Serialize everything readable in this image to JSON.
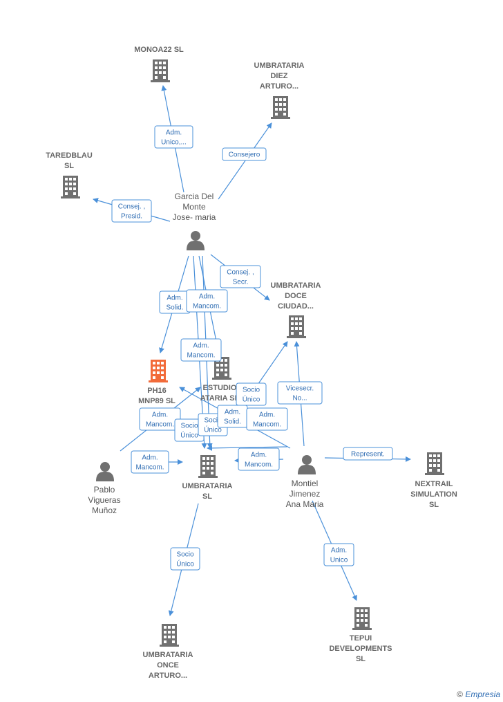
{
  "colors": {
    "edge": "#4a90d9",
    "company": "#707070",
    "highlight": "#f26b3a",
    "person": "#707070"
  },
  "companies": [
    {
      "id": "monoa22",
      "lines": [
        "MONOA22  SL"
      ],
      "highlight": false
    },
    {
      "id": "diez",
      "lines": [
        "UMBRATARIA",
        "DIEZ",
        "ARTURO..."
      ],
      "highlight": false
    },
    {
      "id": "taredblau",
      "lines": [
        "TAREDBLAU",
        "SL"
      ],
      "highlight": false
    },
    {
      "id": "doce",
      "lines": [
        "UMBRATARIA",
        "DOCE",
        "CIUDAD..."
      ],
      "highlight": false
    },
    {
      "id": "ph16",
      "lines": [
        "PH16",
        "MNP89  SL"
      ],
      "highlight": true
    },
    {
      "id": "estudio",
      "lines": [
        "ESTUDIO",
        "ATARIA  SL"
      ],
      "highlight": false
    },
    {
      "id": "umbrataria",
      "lines": [
        "UMBRATARIA",
        "SL"
      ],
      "highlight": false
    },
    {
      "id": "nextrail",
      "lines": [
        "NEXTRAIL",
        "SIMULATION",
        "SL"
      ],
      "highlight": false
    },
    {
      "id": "once",
      "lines": [
        "UMBRATARIA",
        "ONCE",
        "ARTURO..."
      ],
      "highlight": false
    },
    {
      "id": "tepui",
      "lines": [
        "TEPUI",
        "DEVELOPMENTS",
        "SL"
      ],
      "highlight": false
    }
  ],
  "persons": [
    {
      "id": "garcia",
      "lines": [
        "Garcia Del",
        "Monte",
        "Jose- maria"
      ]
    },
    {
      "id": "pablo",
      "lines": [
        "Pablo",
        "Vigueras",
        "Muñoz"
      ]
    },
    {
      "id": "montiel",
      "lines": [
        "Montiel",
        "Jimenez",
        "Ana Maria"
      ]
    }
  ],
  "edges": [
    {
      "id": "e1",
      "lines": [
        "Adm.",
        "Unico,..."
      ]
    },
    {
      "id": "e2",
      "lines": [
        "Consejero"
      ]
    },
    {
      "id": "e3",
      "lines": [
        "Consej. ,",
        "Presid."
      ]
    },
    {
      "id": "e4",
      "lines": [
        "Consej. ,",
        "Secr."
      ]
    },
    {
      "id": "e5",
      "lines": [
        "Adm.",
        "Solid."
      ]
    },
    {
      "id": "e6",
      "lines": [
        "Adm.",
        "Mancom."
      ]
    },
    {
      "id": "e7",
      "lines": [
        "Adm.",
        "Mancom."
      ]
    },
    {
      "id": "e8",
      "lines": [
        "Socio",
        "Único"
      ]
    },
    {
      "id": "e9",
      "lines": [
        "Vicesecr.",
        "No..."
      ]
    },
    {
      "id": "e10",
      "lines": [
        "Adm.",
        "Mancom."
      ]
    },
    {
      "id": "e11",
      "lines": [
        "Socio",
        "Único"
      ]
    },
    {
      "id": "e12",
      "lines": [
        "Socio",
        "Único"
      ]
    },
    {
      "id": "e13",
      "lines": [
        "Adm.",
        "Solid."
      ]
    },
    {
      "id": "e14",
      "lines": [
        "Adm.",
        "Mancom."
      ]
    },
    {
      "id": "e15",
      "lines": [
        "Adm.",
        "Mancom."
      ]
    },
    {
      "id": "e16",
      "lines": [
        "Adm.",
        "Mancom."
      ]
    },
    {
      "id": "e17",
      "lines": [
        "Represent."
      ]
    },
    {
      "id": "e18",
      "lines": [
        "Socio",
        "Único"
      ]
    },
    {
      "id": "e19",
      "lines": [
        "Adm.",
        "Unico"
      ]
    }
  ],
  "watermark": {
    "symbol": "©",
    "brand": "Empresia"
  }
}
